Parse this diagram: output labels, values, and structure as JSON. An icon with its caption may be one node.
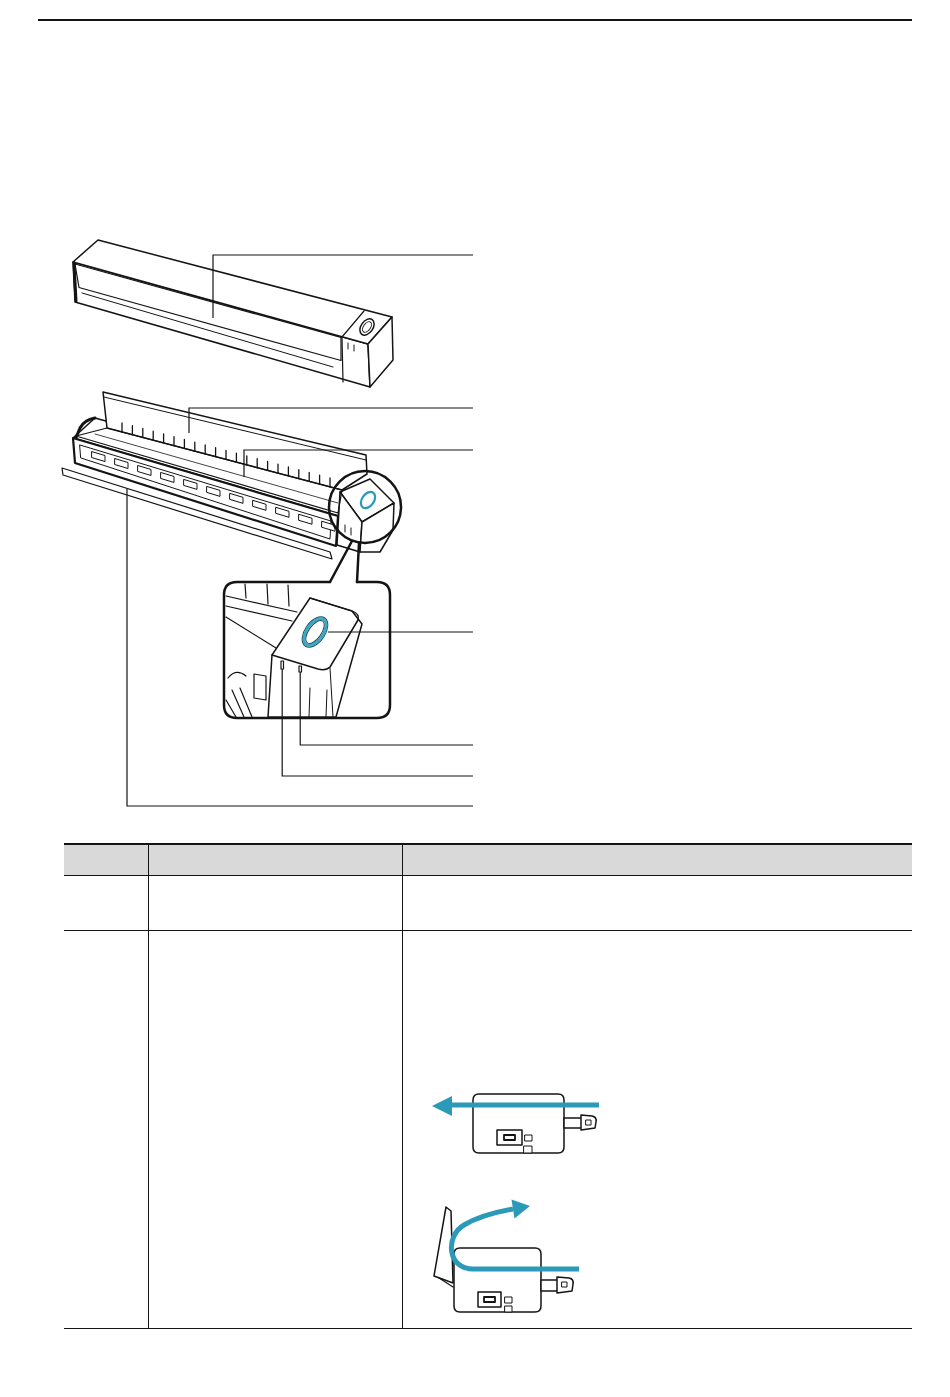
{
  "diagram": {
    "nodes": [
      {
        "text": [],
        "shape": "box"
      },
      {
        "text": [],
        "shape": "picture"
      },
      {
        "text": [],
        "shape": "box"
      },
      {
        "text": [],
        "shape": "box"
      },
      {
        "text": [],
        "shape": "picture"
      },
      {
        "text": [],
        "shape": "box"
      },
      {
        "text": [],
        "shape": "box"
      }
    ],
    "edges": [
      {
        "from": null,
        "to": 0,
        "arrow": "none"
      },
      {
        "from": null,
        "to": 1,
        "arrow": "none"
      },
      {
        "from": null,
        "to": 2,
        "arrow": "none"
      },
      {
        "from": null,
        "to": 4,
        "arrow": "none"
      },
      {
        "from": null,
        "to": 6,
        "arrow": "none"
      },
      {
        "from": null,
        "to": 5,
        "arrow": "none"
      },
      {
        "from": null,
        "to": 3,
        "arrow": "none"
      }
    ]
  }
}
